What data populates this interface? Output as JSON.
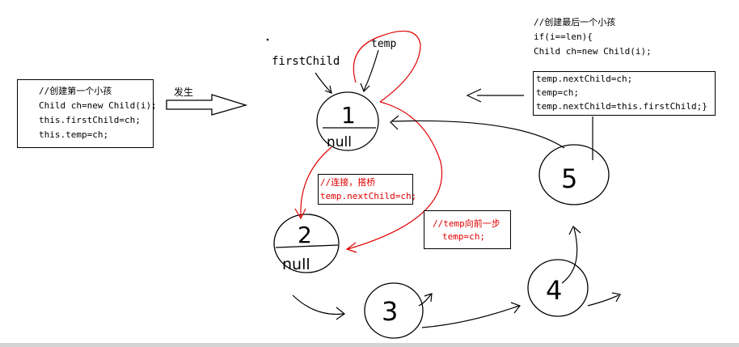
{
  "left_box": {
    "lines": [
      "//创建第一个小孩",
      "Child ch=new Child(i);",
      "this.firstChild=ch;",
      "this.temp=ch;"
    ]
  },
  "arrow_label": "发生",
  "labels": {
    "firstChild": "firstChild",
    "temp": "temp"
  },
  "top_right_code": {
    "lines": [
      "//创建最后一个小孩",
      "if(i==len){",
      "Child ch=new Child(i);"
    ]
  },
  "right_box": {
    "lines": [
      "temp.nextChild=ch;",
      "temp=ch;",
      "temp.nextChild=this.firstChild;}"
    ]
  },
  "red_box_1": {
    "lines": [
      "//连接，搭桥",
      "temp.nextChild=ch;"
    ]
  },
  "red_box_2": {
    "lines": [
      "//temp向前一步",
      "temp=ch;"
    ]
  },
  "nodes": [
    {
      "id": "1",
      "label": "1",
      "sub": "null"
    },
    {
      "id": "2",
      "label": "2",
      "sub": "null"
    },
    {
      "id": "3",
      "label": "3"
    },
    {
      "id": "4",
      "label": "4"
    },
    {
      "id": "5",
      "label": "5"
    }
  ]
}
